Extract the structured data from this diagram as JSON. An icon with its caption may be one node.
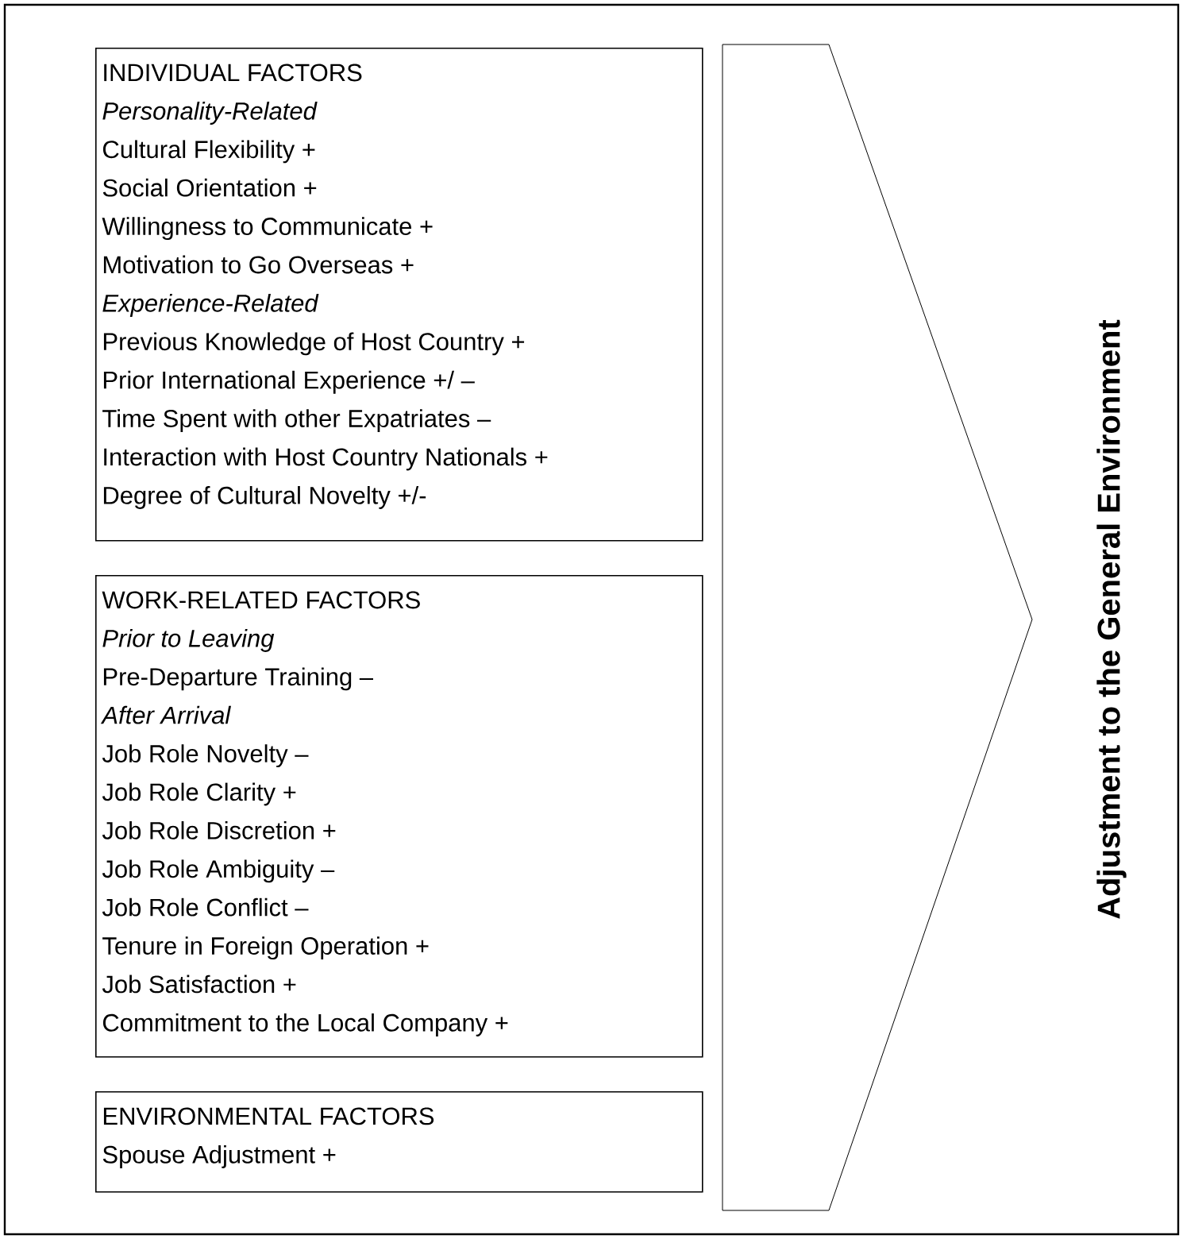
{
  "diagram": {
    "nodes": [
      {
        "text": [
          "INDIVIDUAL FACTORS",
          "Personality-Related",
          "Cultural Flexibility +",
          "Social Orientation +",
          "Willingness to Communicate +",
          "Motivation to Go Overseas +",
          "Experience-Related",
          "Previous Knowledge of Host Country +",
          "Prior International Experience +/ –",
          "Time Spent with other Expatriates –",
          "Interaction with Host Country Nationals +",
          "Degree of Cultural Novelty +/-"
        ]
      },
      {
        "text": [
          "WORK-RELATED FACTORS",
          "Prior to Leaving",
          "Pre-Departure Training –",
          "After Arrival",
          "Job Role Novelty –",
          "Job Role Clarity +",
          "Job Role Discretion +",
          "Job Role Ambiguity –",
          "Job Role Conflict –",
          "Tenure in Foreign Operation +",
          "Job Satisfaction +",
          "Commitment to the Local Company +"
        ]
      },
      {
        "text": [
          "ENVIRONMENTAL FACTORS",
          "Spouse Adjustment +"
        ]
      },
      {
        "text": [],
        "shape": "chevron"
      },
      {
        "text": [
          "Adjustment to the General Environment"
        ]
      }
    ]
  }
}
